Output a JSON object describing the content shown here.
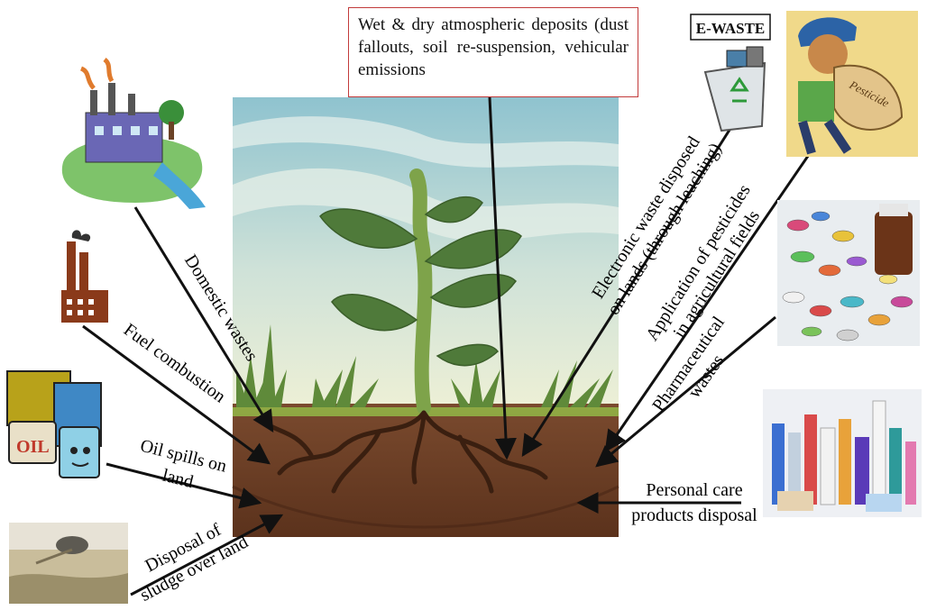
{
  "deposits_box": {
    "text": "Wet & dry atmospheric deposits (dust fallouts, soil re-suspension, vehicular emissions"
  },
  "labels": {
    "domestic": "Domestic wastes",
    "fuel": "Fuel combustion",
    "oil_line1": "Oil spills on",
    "oil_line2": "land",
    "sludge_line1": "Disposal of",
    "sludge_line2": "sludge over land",
    "ewaste_line1": "Electronic waste disposed",
    "ewaste_line2": "on lands (through leaching)",
    "pesticide_line1": "Application of pesticides",
    "pesticide_line2": "in agricultural fields",
    "pharma_line1": "Pharmaceutical",
    "pharma_line2": "wastes",
    "personal_line1": "Personal care",
    "personal_line2": "products disposal"
  },
  "icons": {
    "ewaste_sign": "E-WASTE",
    "pesticide_sack": "Pesticide",
    "oil_can": "OIL"
  }
}
